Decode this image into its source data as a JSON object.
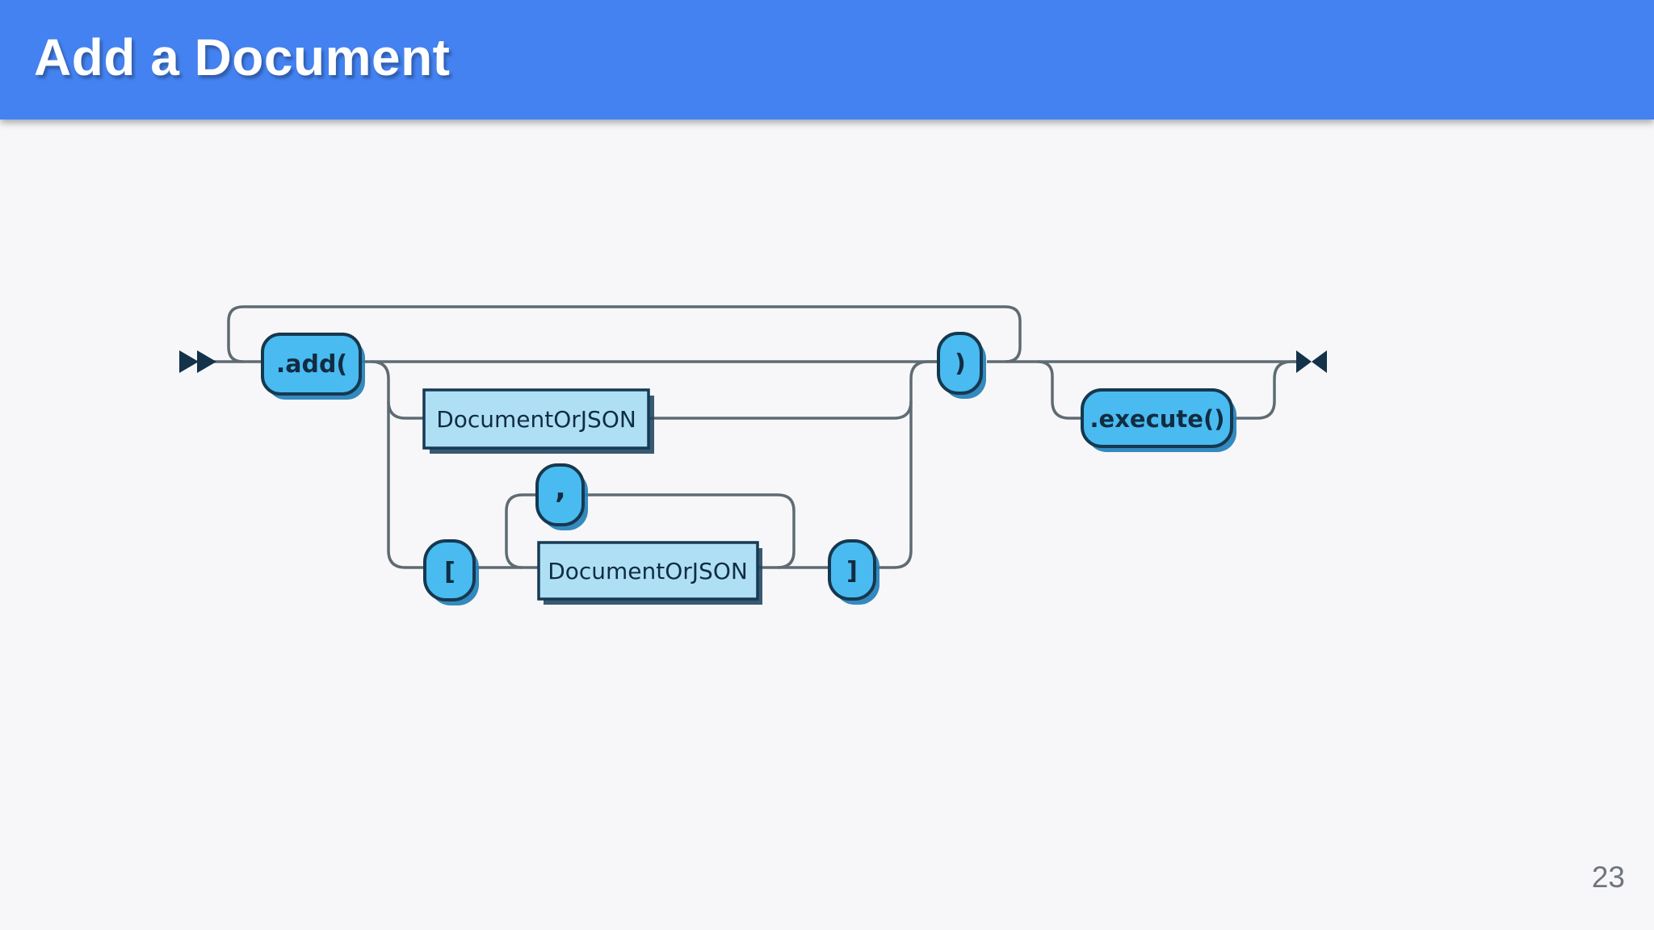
{
  "header": {
    "title": "Add a Document",
    "background": "#4382f0",
    "title_color": "#ffffff"
  },
  "page": {
    "background": "#f7f7f9",
    "number": "23"
  },
  "diagram": {
    "kind": "railroad-syntax-diagram",
    "colors": {
      "wire": "#5f6b72",
      "marker": "#14324a",
      "terminal_fill": "#49bbf0",
      "terminal_border": "#16384f",
      "terminal_shadow": "#2380b8",
      "nonterminal_fill": "#aedff5",
      "nonterminal_border": "#173a54",
      "nonterminal_shadow": "#1e4460",
      "text": "#112c42"
    },
    "markers": {
      "start": "double-right-arrow",
      "end": "bowtie-arrow"
    },
    "nodes": {
      "add_open": ".add(",
      "document_or_json_single": "DocumentOrJSON",
      "bracket_open": "[",
      "comma": ",",
      "document_or_json_list": "DocumentOrJSON",
      "bracket_close": "]",
      "paren_close": ")",
      "execute": ".execute()"
    }
  }
}
